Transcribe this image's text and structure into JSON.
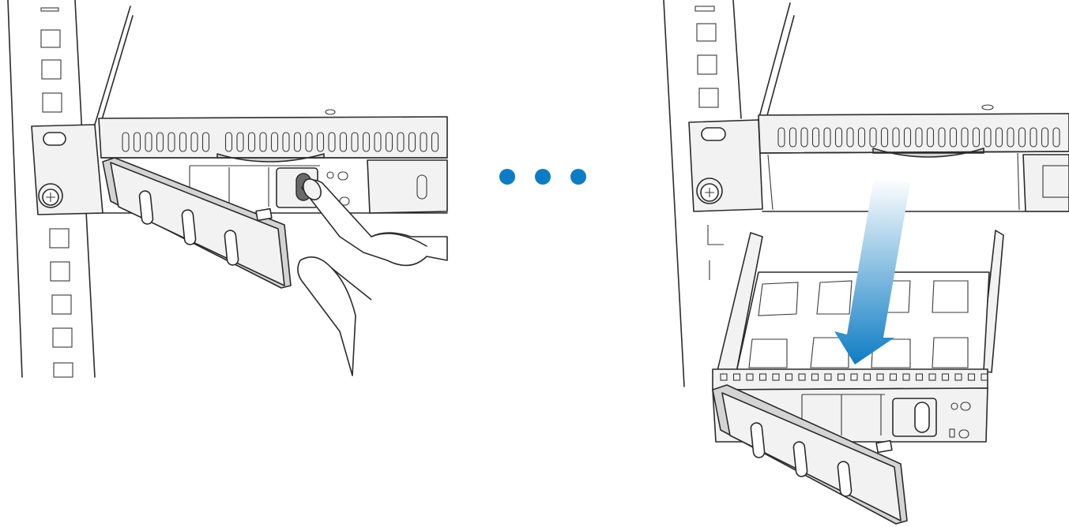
{
  "figure": {
    "steps": [
      {
        "name": "press-release-button"
      },
      {
        "name": "remove-drive-tray"
      }
    ],
    "separator_dot_count": 3
  },
  "colors": {
    "accent_blue": "#0e7cc4",
    "arrow_gradient_top": "#ffffff",
    "arrow_gradient_bottom": "#0e7cc4",
    "line": "#2b2b2b",
    "metal_light": "#f2f2f2",
    "metal_gray": "#d4d4d4"
  },
  "icons": {
    "left": [
      "rack-rail",
      "rack-screw-icon",
      "server-chassis",
      "drive-tray-handle",
      "release-button",
      "hand-icon",
      "led-indicator-icon"
    ],
    "separator": [
      "dot-icon",
      "dot-icon",
      "dot-icon"
    ],
    "right": [
      "rack-rail",
      "rack-screw-icon",
      "server-chassis",
      "down-arrow-icon",
      "drive-tray",
      "drive-tray-handle",
      "led-indicator-icon"
    ]
  }
}
